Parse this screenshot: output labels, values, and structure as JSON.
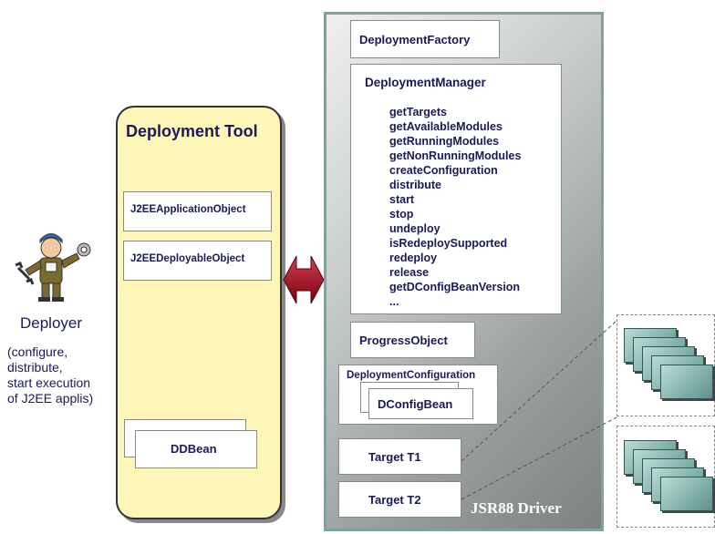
{
  "deployer": {
    "label": "Deployer",
    "desc_lines": [
      "(configure,",
      "distribute,",
      "start execution",
      "of J2EE applis)"
    ]
  },
  "tool": {
    "title": "Deployment Tool",
    "app_object": "J2EEApplicationObject",
    "deployable_object": "J2EEDeployableObject",
    "ddbean": "DDBean"
  },
  "driver": {
    "label": "JSR88 Driver",
    "factory": "DeploymentFactory",
    "manager": {
      "title": "DeploymentManager",
      "methods": [
        "getTargets",
        "getAvailableModules",
        "getRunningModules",
        "getNonRunningModules",
        "createConfiguration",
        "distribute",
        "start",
        "stop",
        "undeploy",
        "isRedeploySupported",
        "redeploy",
        "release",
        "getDConfigBeanVersion",
        "..."
      ]
    },
    "progress": "ProgressObject",
    "configuration": "DeploymentConfiguration",
    "dconfigbean": "DConfigBean",
    "target1": "Target T1",
    "target2": "Target T2"
  },
  "colors": {
    "tool_fill": "#fdf6b8",
    "driver_border": "#7aa4a4",
    "arrow": "#a01020",
    "text": "#1a1a5a"
  },
  "icons": [
    "worker-with-wrenches-icon",
    "double-arrow-icon",
    "server-stack-icon"
  ]
}
